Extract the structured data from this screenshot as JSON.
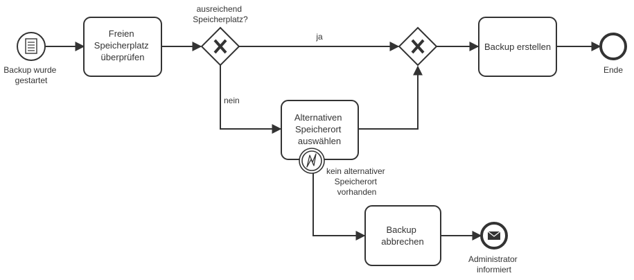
{
  "events": {
    "start": {
      "label_lines": [
        "Backup wurde",
        "gestartet"
      ]
    },
    "end": {
      "label": "Ende"
    },
    "message_end": {
      "label_lines": [
        "Administrator",
        "informiert"
      ]
    },
    "boundary_error": {
      "label_lines": [
        "kein alternativer",
        "Speicherort",
        "vorhanden"
      ]
    }
  },
  "tasks": {
    "check_space": {
      "lines": [
        "Freien",
        "Speicherplatz",
        "überprüfen"
      ]
    },
    "choose_alt": {
      "lines": [
        "Alternativen",
        "Speicherort",
        "auswählen"
      ]
    },
    "create_backup": {
      "lines": [
        "Backup erstellen"
      ]
    },
    "abort_backup": {
      "lines": [
        "Backup",
        "abbrechen"
      ]
    }
  },
  "gateways": {
    "split": {
      "label_lines": [
        "ausreichend",
        "Speicherplatz?"
      ]
    }
  },
  "flows": {
    "yes": "ja",
    "no": "nein"
  },
  "colors": {
    "stroke": "#333333",
    "fill": "#ffffff"
  }
}
